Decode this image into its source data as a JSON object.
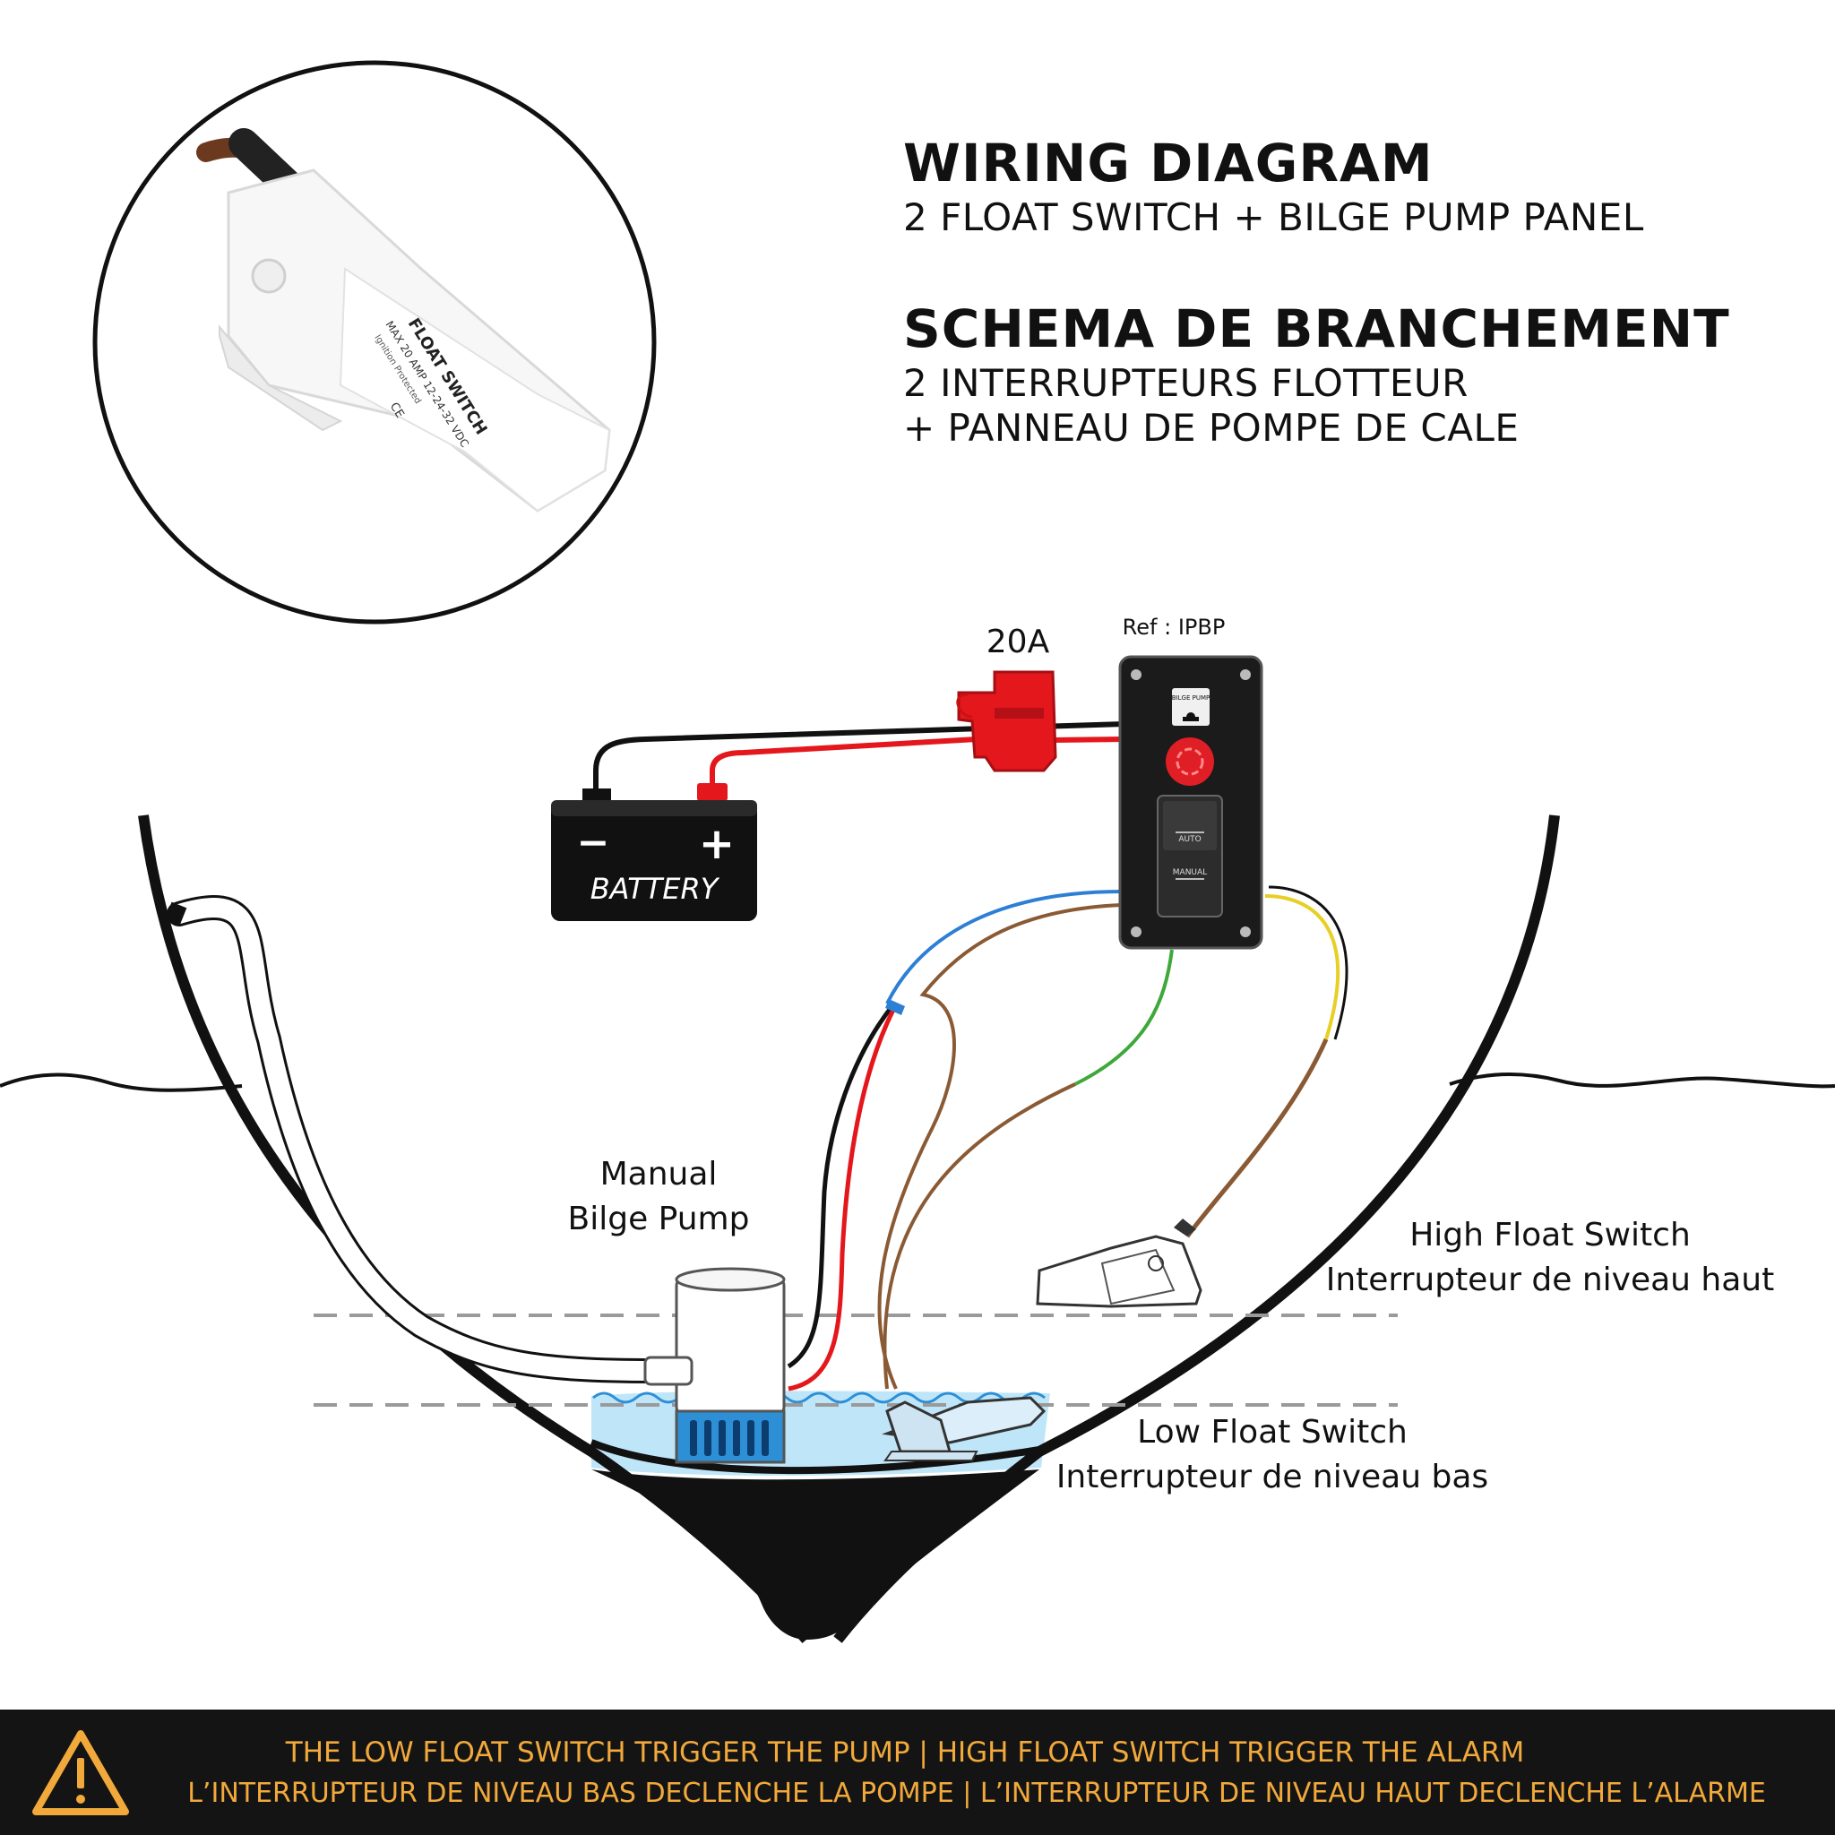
{
  "header": {
    "title_en": "WIRING DIAGRAM",
    "subtitle_en": "2 FLOAT SWITCH  + BILGE PUMP PANEL",
    "title_fr": "SCHEMA DE BRANCHEMENT",
    "subtitle_fr_line1": "2 INTERRUPTEURS FLOTTEUR",
    "subtitle_fr_line2": "+ PANNEAU DE POMPE DE CALE"
  },
  "float_switch_photo": {
    "label_line1": "FLOAT SWITCH",
    "label_line2": "MAX 20 AMP 12-24-32 VDC",
    "label_line3": "Ignition Protected",
    "mark": "CE"
  },
  "fuse": {
    "rating": "20A"
  },
  "panel": {
    "ref": "Ref : IPBP",
    "indicator_label": "BILGE PUMP",
    "switch_top": "AUTO",
    "switch_bottom": "MANUAL"
  },
  "battery": {
    "label": "BATTERY",
    "neg": "−",
    "pos": "+"
  },
  "labels": {
    "manual_pump_line1": "Manual",
    "manual_pump_line2": "Bilge Pump",
    "high_float_en": "High Float Switch",
    "high_float_fr": "Interrupteur de niveau haut",
    "low_float_en": "Low Float Switch",
    "low_float_fr": "Interrupteur de niveau bas"
  },
  "footer": {
    "line_en": "THE LOW FLOAT SWITCH TRIGGER THE PUMP | HIGH FLOAT SWITCH TRIGGER THE ALARM",
    "line_fr": "L’INTERRUPTEUR DE NIVEAU BAS DECLENCHE LA POMPE | L’INTERRUPTEUR DE NIVEAU  HAUT DECLENCHE L’ALARME"
  },
  "colors": {
    "wire_red": "#e3171c",
    "wire_black": "#111111",
    "wire_blue": "#2d7fd6",
    "wire_brown": "#8a5a34",
    "wire_green": "#3fa83a",
    "wire_yellow": "#e8cf25",
    "water": "#bfe6f8",
    "footer_text": "#f2a93b"
  }
}
